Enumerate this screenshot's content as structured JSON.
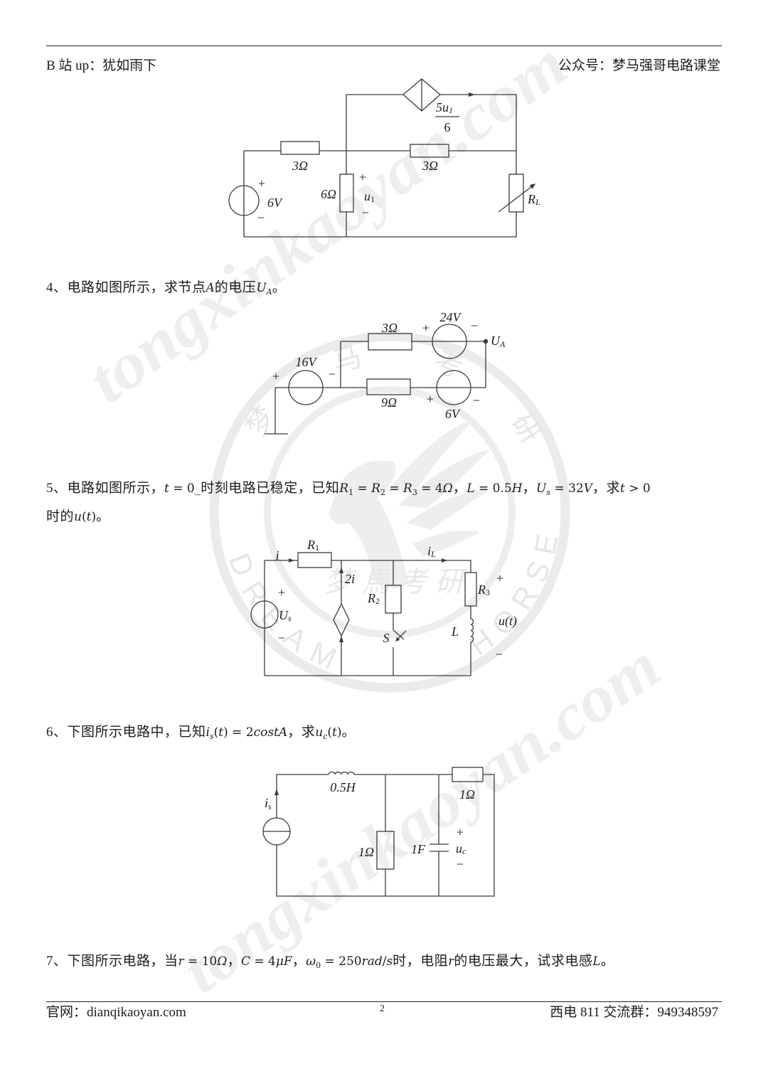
{
  "header": {
    "left": "B 站 up：犹如雨下",
    "right": "公众号：梦马强哥电路课堂"
  },
  "problems": {
    "p4": {
      "segments": [
        "4、电路如图所示，求节点",
        "A",
        "的电压",
        "U",
        "A",
        "。"
      ]
    },
    "p5": {
      "line1": [
        "5、电路如图所示，",
        "t",
        " = 0_",
        "时刻电路已稳定，已知",
        "R",
        "1",
        " = ",
        "R",
        "2",
        " = ",
        "R",
        "3",
        " = 4",
        "Ω",
        "，",
        "L",
        " = 0.5",
        "H",
        "，",
        "U",
        "s",
        " = 32",
        "V",
        "，求",
        "t",
        " > 0"
      ],
      "line2": [
        "时的",
        "u",
        "(",
        "t",
        ")",
        "。"
      ]
    },
    "p6": {
      "segments": [
        "6、下图所示电路中，已知",
        "i",
        "s",
        "(",
        "t",
        ") = 2",
        "costA",
        "，求",
        "u",
        "c",
        "(",
        "t",
        ")",
        "。"
      ]
    },
    "p7": {
      "segments": [
        "7、下图所示电路，当",
        "r",
        " = 10",
        "Ω",
        "，",
        "C",
        " = 4",
        "μF",
        "，",
        "ω",
        "0",
        " = 250",
        "rad",
        "/",
        "s",
        "时，电阻",
        "r",
        "的电压最大，试求电感",
        "L",
        "。"
      ]
    }
  },
  "circuits": {
    "c3": {
      "dep_num_main": "5u",
      "dep_num_sub": "1",
      "dep_den": "6",
      "r_left": "3Ω",
      "r_mid": "3Ω",
      "r_6": "6Ω",
      "vs_plus": "+",
      "vs_value": "6V",
      "vs_minus": "−",
      "u1_plus": "+",
      "u1_main": "u",
      "u1_sub": "1",
      "u1_minus": "−",
      "rl_main": "R",
      "rl_sub": "L"
    },
    "c4": {
      "r_top": "3Ω",
      "v24_plus": "+",
      "v24_value": "24V",
      "v24_minus": "−",
      "node_main": "U",
      "node_sub": "A",
      "v16_plus": "+",
      "v16_value": "16V",
      "v16_minus": "−",
      "r_bottom": "9Ω",
      "v6_plus": "+",
      "v6_minus": "−",
      "v6_value": "6V"
    },
    "c5": {
      "i": "i",
      "r1_main": "R",
      "r1_sub": "1",
      "dep": "2i",
      "il_main": "i",
      "il_sub": "L",
      "r2_main": "R",
      "r2_sub": "2",
      "s": "S",
      "r3_main": "R",
      "r3_sub": "3",
      "u_plus": "+",
      "u": "u(t)",
      "u_minus": "−",
      "l": "L",
      "us_plus": "+",
      "us_main": "U",
      "us_sub": "s",
      "us_minus": "−"
    },
    "c6": {
      "l": "0.5H",
      "is_main": "i",
      "is_sub": "s",
      "r_mid": "1Ω",
      "c": "1F",
      "uc_plus": "+",
      "uc_main": "u",
      "uc_sub": "c",
      "uc_minus": "−",
      "r_top": "1Ω"
    }
  },
  "footer": {
    "left": "官网：dianqikaoyan.com",
    "page": "2",
    "right": "西电 811 交流群：949348597"
  },
  "watermark": {
    "text": "tongxinkaoyan.com",
    "ring_top": [
      "梦",
      "马",
      "考",
      "研"
    ],
    "ring_bottom": [
      "DREAM",
      "HORSE"
    ],
    "center": "梦馬考研"
  },
  "colors": {
    "text": "#1c1c1c",
    "line": "#3a3a3a",
    "watermark": "#ececec"
  }
}
